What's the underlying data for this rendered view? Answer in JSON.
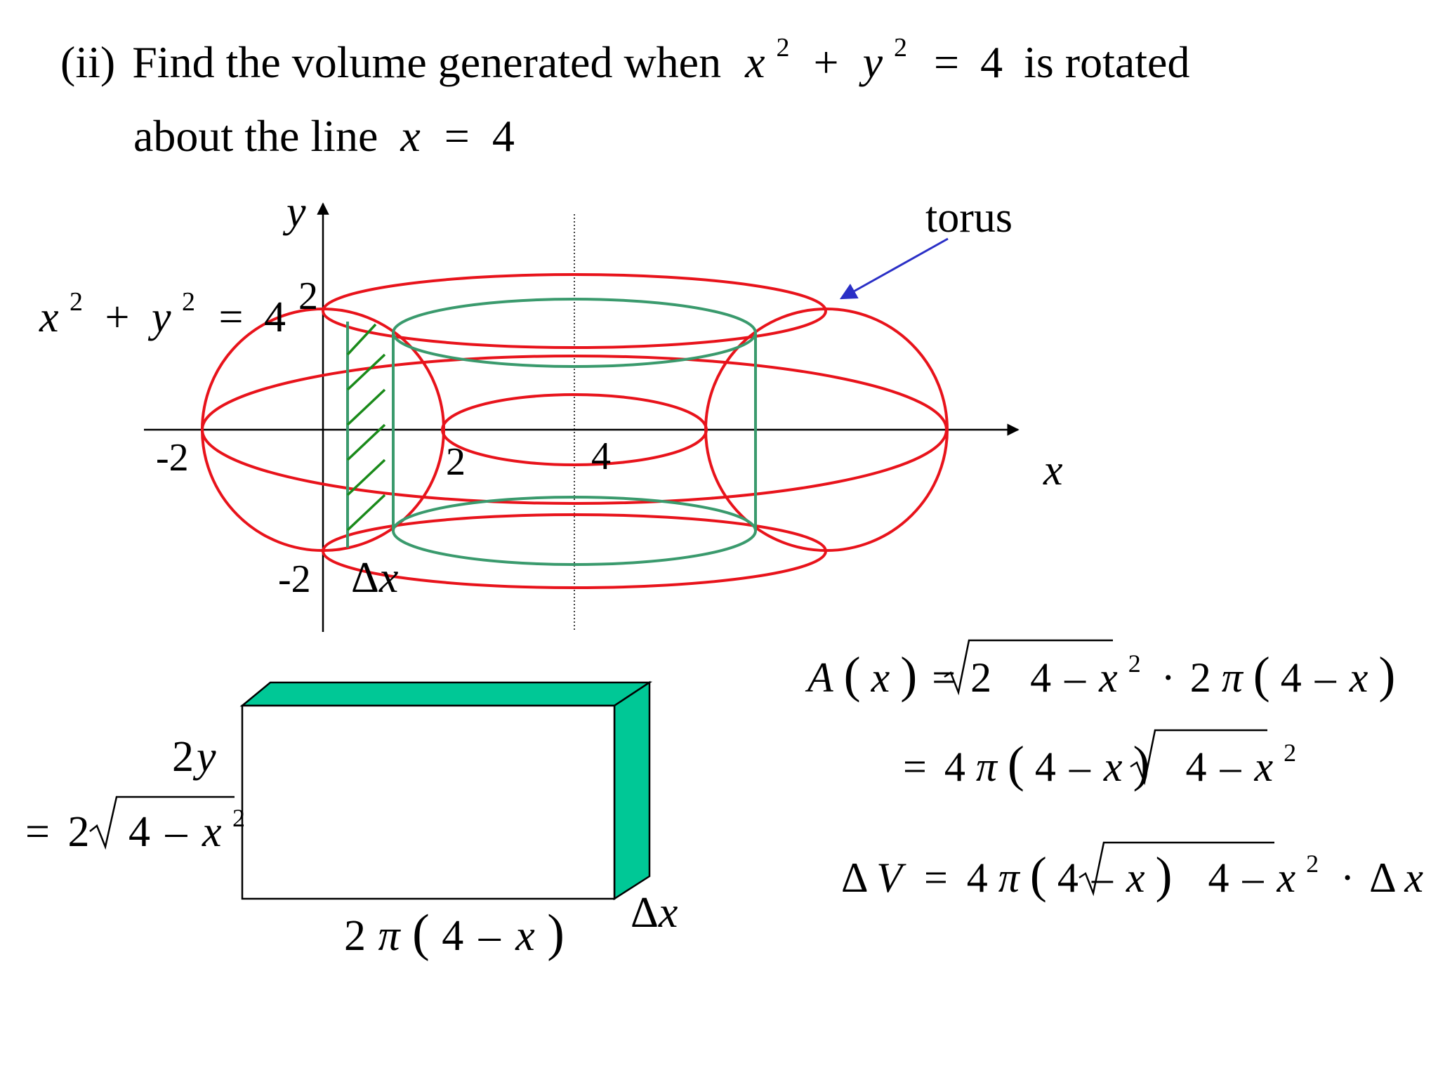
{
  "title": {
    "part": "(ii)",
    "line1": "Find the volume generated when",
    "line1_rest": "is rotated",
    "line2": "about the line"
  },
  "diagram": {
    "x_label": "x",
    "y_label": "y",
    "ticks": {
      "neg2_x": "-2",
      "pos2_x": "2",
      "pos4_x": "4",
      "pos2_y": "2",
      "neg2_y": "-2"
    },
    "delta_x": "Δx",
    "torus_label": "torus",
    "colors": {
      "torus": "#e8131b",
      "shell": "#3a9a6d",
      "hatch": "#1a8a1a",
      "arrow": "#2a2fc6",
      "slab": "#00c896"
    }
  },
  "slab": {
    "delta_x": "Δx"
  },
  "math": {
    "x": "x",
    "y": "y",
    "two": "2",
    "four": "4",
    "eq": "=",
    "plus": "+",
    "minus": "–",
    "dot": "·",
    "pi": "π",
    "lparen": "(",
    "rparen": ")",
    "A": "A",
    "V": "V",
    "delta": "Δ",
    "coef_2": "2",
    "coef_4": "4"
  }
}
